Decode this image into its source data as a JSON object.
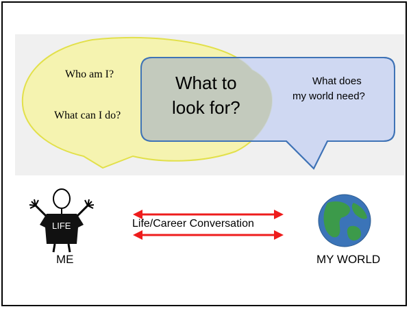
{
  "me_bubble": {
    "line1": "Who am I?",
    "line2": "What can I do?",
    "fill": "#f5f3b0",
    "stroke": "#e2e04a"
  },
  "world_bubble": {
    "line1": "What does",
    "line2": "my world need?",
    "fill": "#c9d4f2",
    "stroke": "#3f73b6"
  },
  "overlap": {
    "line1": "What to",
    "line2": "look for?",
    "fill": "#c3cabd"
  },
  "conversation": {
    "label": "Life/Career Conversation",
    "arrow_color": "#ee1c1c"
  },
  "figure": {
    "shirt_text": "LIFE",
    "caption": "ME",
    "icon": "stick-figure-icon"
  },
  "globe": {
    "caption": "MY WORLD",
    "icon": "globe-icon",
    "ocean": "#3b74b8",
    "land": "#3c9a4a"
  },
  "background_band": "#f0f0f0"
}
